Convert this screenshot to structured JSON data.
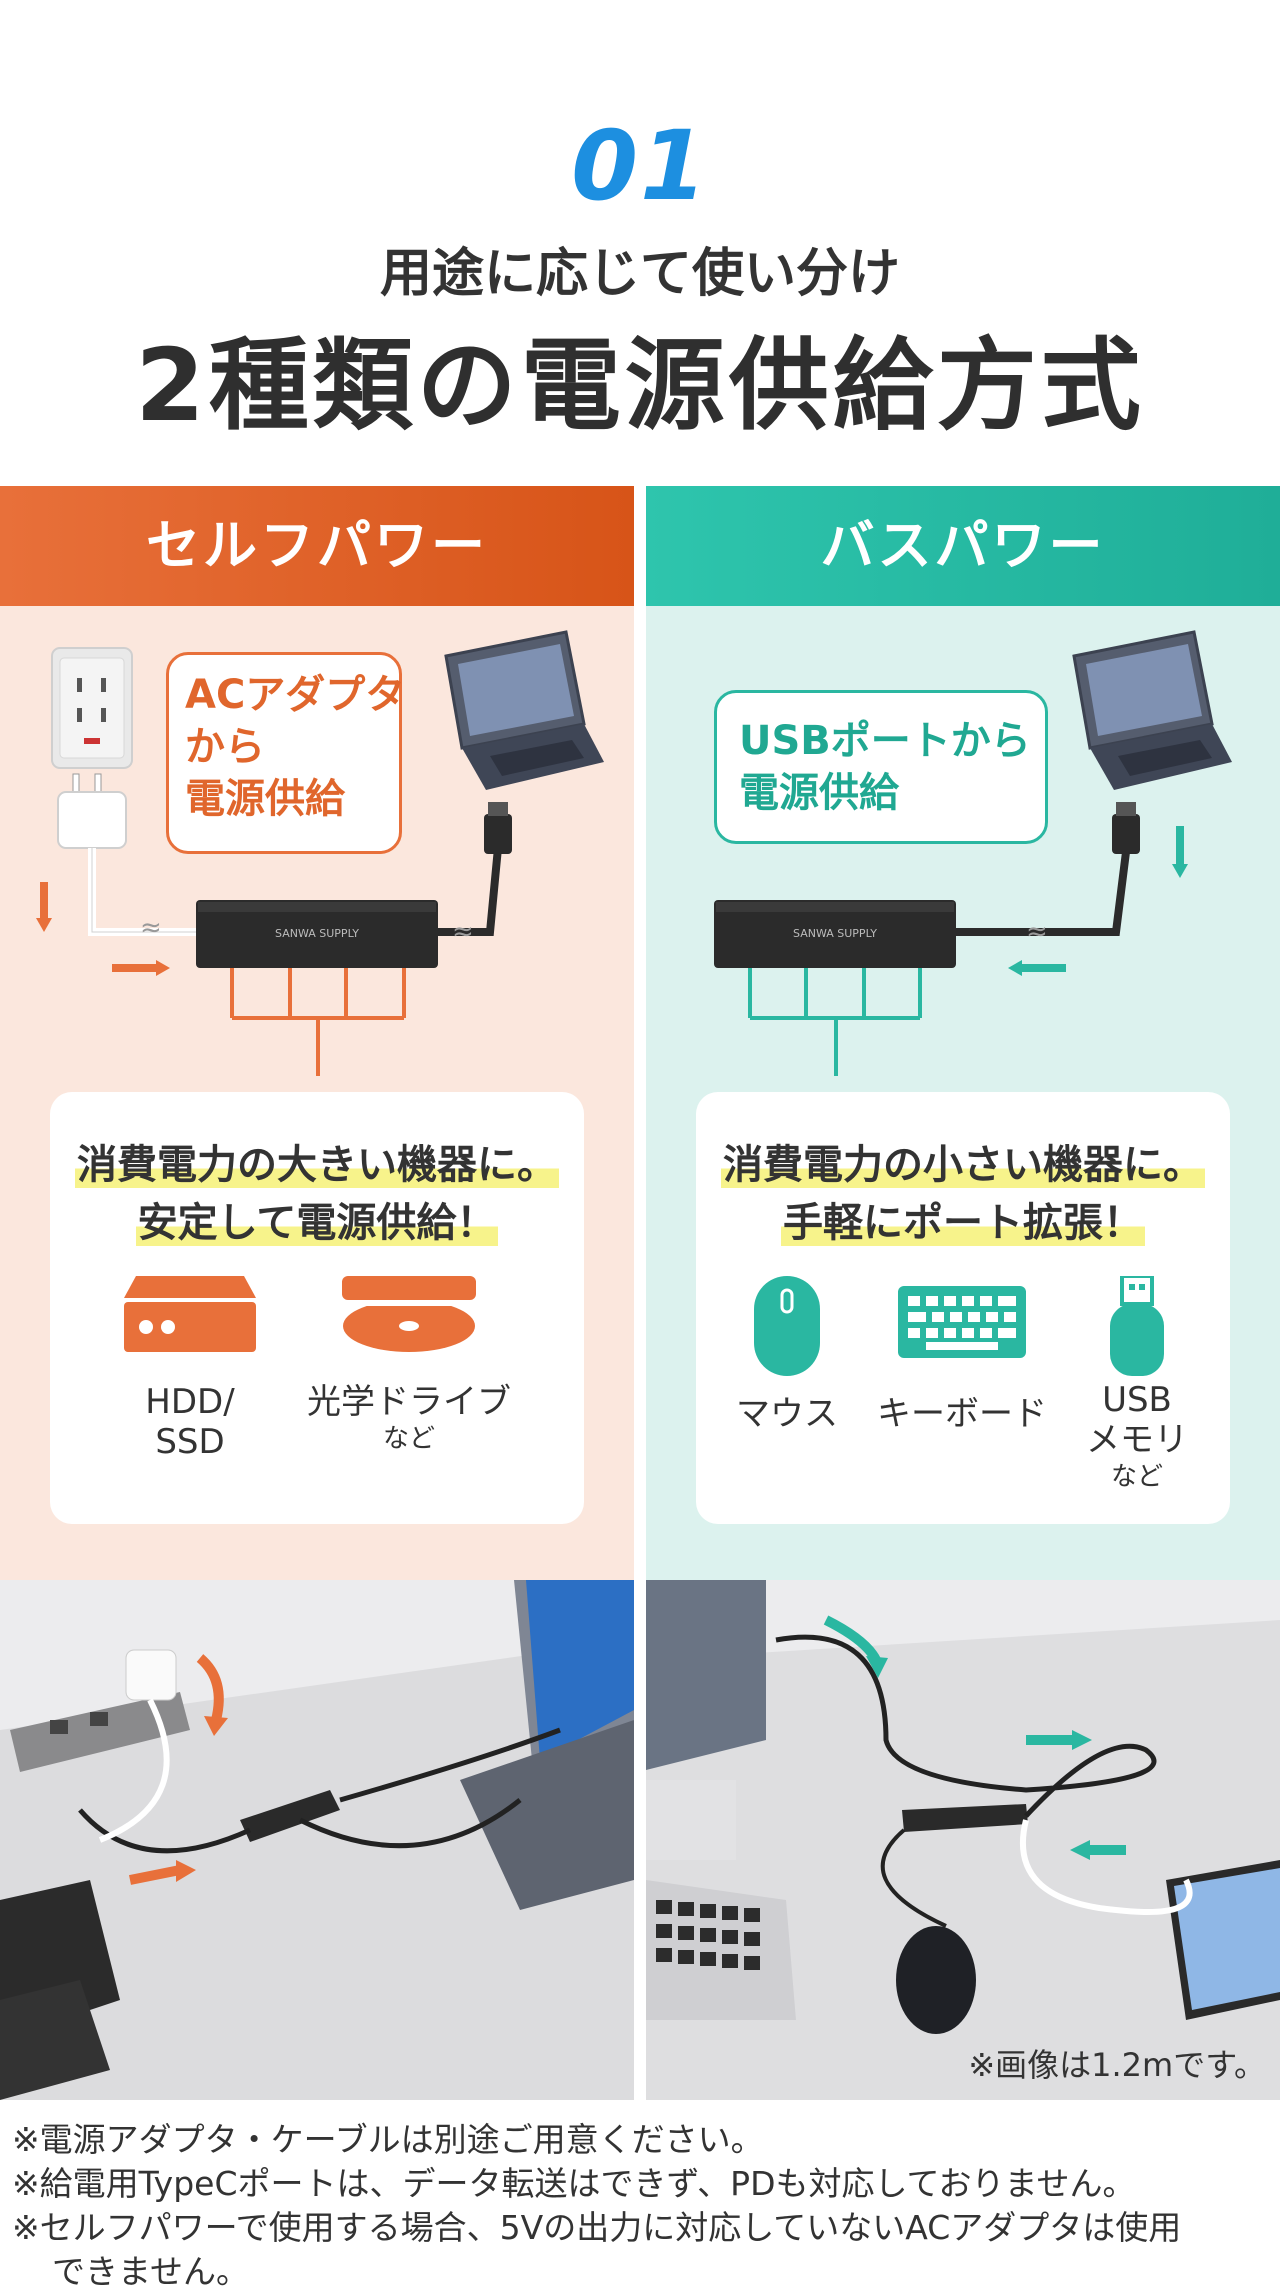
{
  "hero": {
    "number": "01",
    "subtitle": "用途に応じて使い分け",
    "title": "2種類の電源供給方式"
  },
  "self_power": {
    "header": "セルフパワー",
    "bubble_lines": [
      "ACアダプタ",
      "から",
      "電源供給"
    ],
    "hub_brand": "SANWA SUPPLY",
    "card_lines": [
      "消費電力の大きい機器に。",
      "安定して電源供給！"
    ],
    "items": [
      {
        "icon": "hdd-icon",
        "label_lines": [
          "HDD/",
          "SSD"
        ],
        "note": ""
      },
      {
        "icon": "optical-drive-icon",
        "label_lines": [
          "光学ドライブ"
        ],
        "note": "など"
      }
    ]
  },
  "bus_power": {
    "header": "バスパワー",
    "bubble_lines": [
      "USBポートから",
      "電源供給"
    ],
    "hub_brand": "SANWA SUPPLY",
    "card_lines": [
      "消費電力の小さい機器に。",
      "手軽にポート拡張！"
    ],
    "items": [
      {
        "icon": "mouse-icon",
        "label_lines": [
          "マウス"
        ],
        "note": ""
      },
      {
        "icon": "keyboard-icon",
        "label_lines": [
          "キーボード"
        ],
        "note": ""
      },
      {
        "icon": "usb-memory-icon",
        "label_lines": [
          "USB",
          "メモリ"
        ],
        "note": "など"
      }
    ]
  },
  "photos": {
    "right_note": "※画像は1.2mです。"
  },
  "notes": [
    "※電源アダプタ・ケーブルは別途ご用意ください。",
    "※給電用TypeCポートは、データ転送はできず、PDも対応しておりません。",
    "※セルフパワーで使用する場合、5Vの出力に対応していないACアダプタは使用",
    "できません。"
  ],
  "colors": {
    "accent_blue": "#1d8fe0",
    "self_orange": "#e8703a",
    "bus_teal": "#2ab7a1",
    "highlight_yellow": "#f7f38b"
  }
}
